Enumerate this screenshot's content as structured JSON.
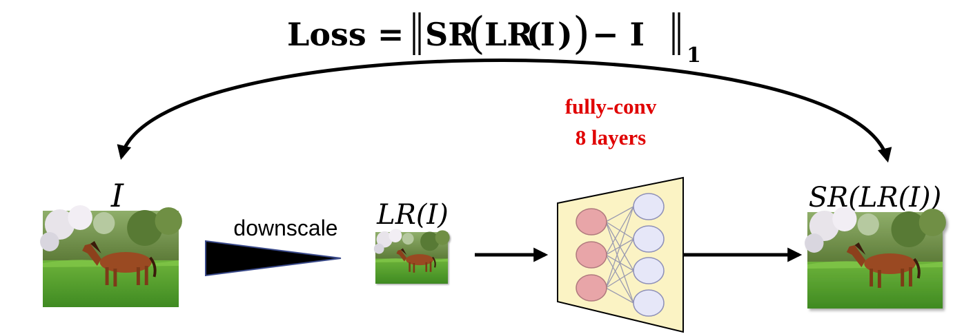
{
  "loss": {
    "prefix": "Loss = ",
    "sr": "SR",
    "lr": "LR",
    "i_inner": "I",
    "minus_i": " − I",
    "subscript": "1"
  },
  "labels": {
    "input": "I",
    "low_res": "LR(I)",
    "output": "SR(LR(I))",
    "downscale": "downscale"
  },
  "network": {
    "line1": "fully-conv",
    "line2": "8 layers",
    "text_color": "#e00000",
    "panel_fill": "#fbf3c4",
    "input_node_fill": "#e8a5a8",
    "output_node_fill": "#e6e7f8"
  },
  "colors": {
    "arrow": "#000000",
    "grass": "#4f9a2c",
    "horse": "#9a4a22"
  }
}
